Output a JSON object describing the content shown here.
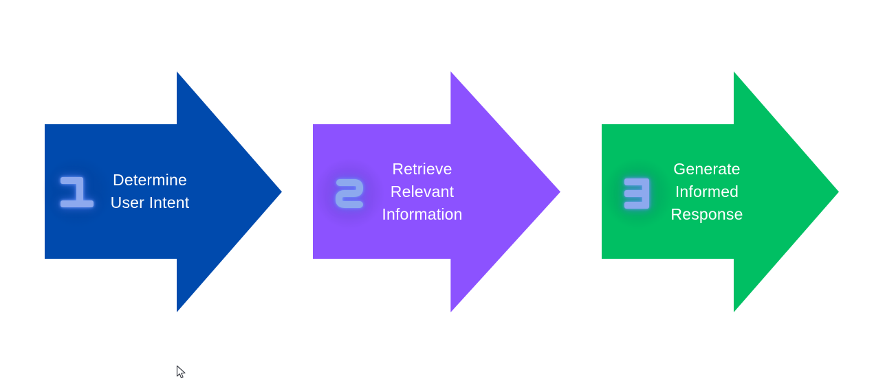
{
  "canvas": {
    "background": "#ffffff"
  },
  "diagram": {
    "steps": [
      {
        "number": "1",
        "color": "#004aad",
        "lines": [
          "Determine",
          "User Intent"
        ]
      },
      {
        "number": "2",
        "color": "#8c52ff",
        "lines": [
          "Retrieve",
          "Relevant",
          "Information"
        ]
      },
      {
        "number": "3",
        "color": "#00bf63",
        "lines": [
          "Generate",
          "Informed",
          "Response"
        ]
      }
    ],
    "number_fill": "#8da9ee",
    "number_glow": "#5c86f2",
    "text_color": "#ffffff"
  }
}
